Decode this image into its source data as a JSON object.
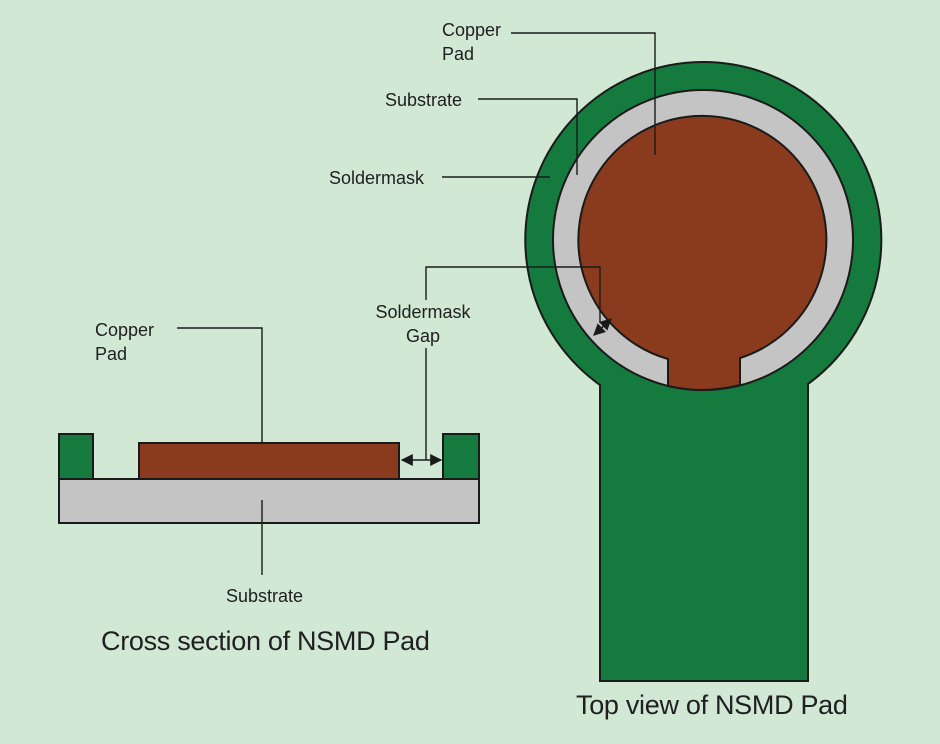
{
  "diagram_title": "NSMD Pad",
  "colors": {
    "background": "#d1e8d4",
    "soldermask_green": "#157a3e",
    "copper_brown": "#8b3b1d",
    "substrate_gray": "#c4c4c4",
    "outline": "#1a1a1a",
    "text": "#202020"
  },
  "labels": {
    "copper_pad_top_view": "Copper Pad",
    "substrate_top_view": "Substrate",
    "soldermask": "Soldermask",
    "soldermask_gap": "Soldermask Gap",
    "copper_pad_cross_section": "Copper Pad",
    "substrate_cross_section": "Substrate"
  },
  "captions": {
    "cross_section": "Cross section of NSMD Pad",
    "top_view": "Top view of NSMD Pad"
  }
}
